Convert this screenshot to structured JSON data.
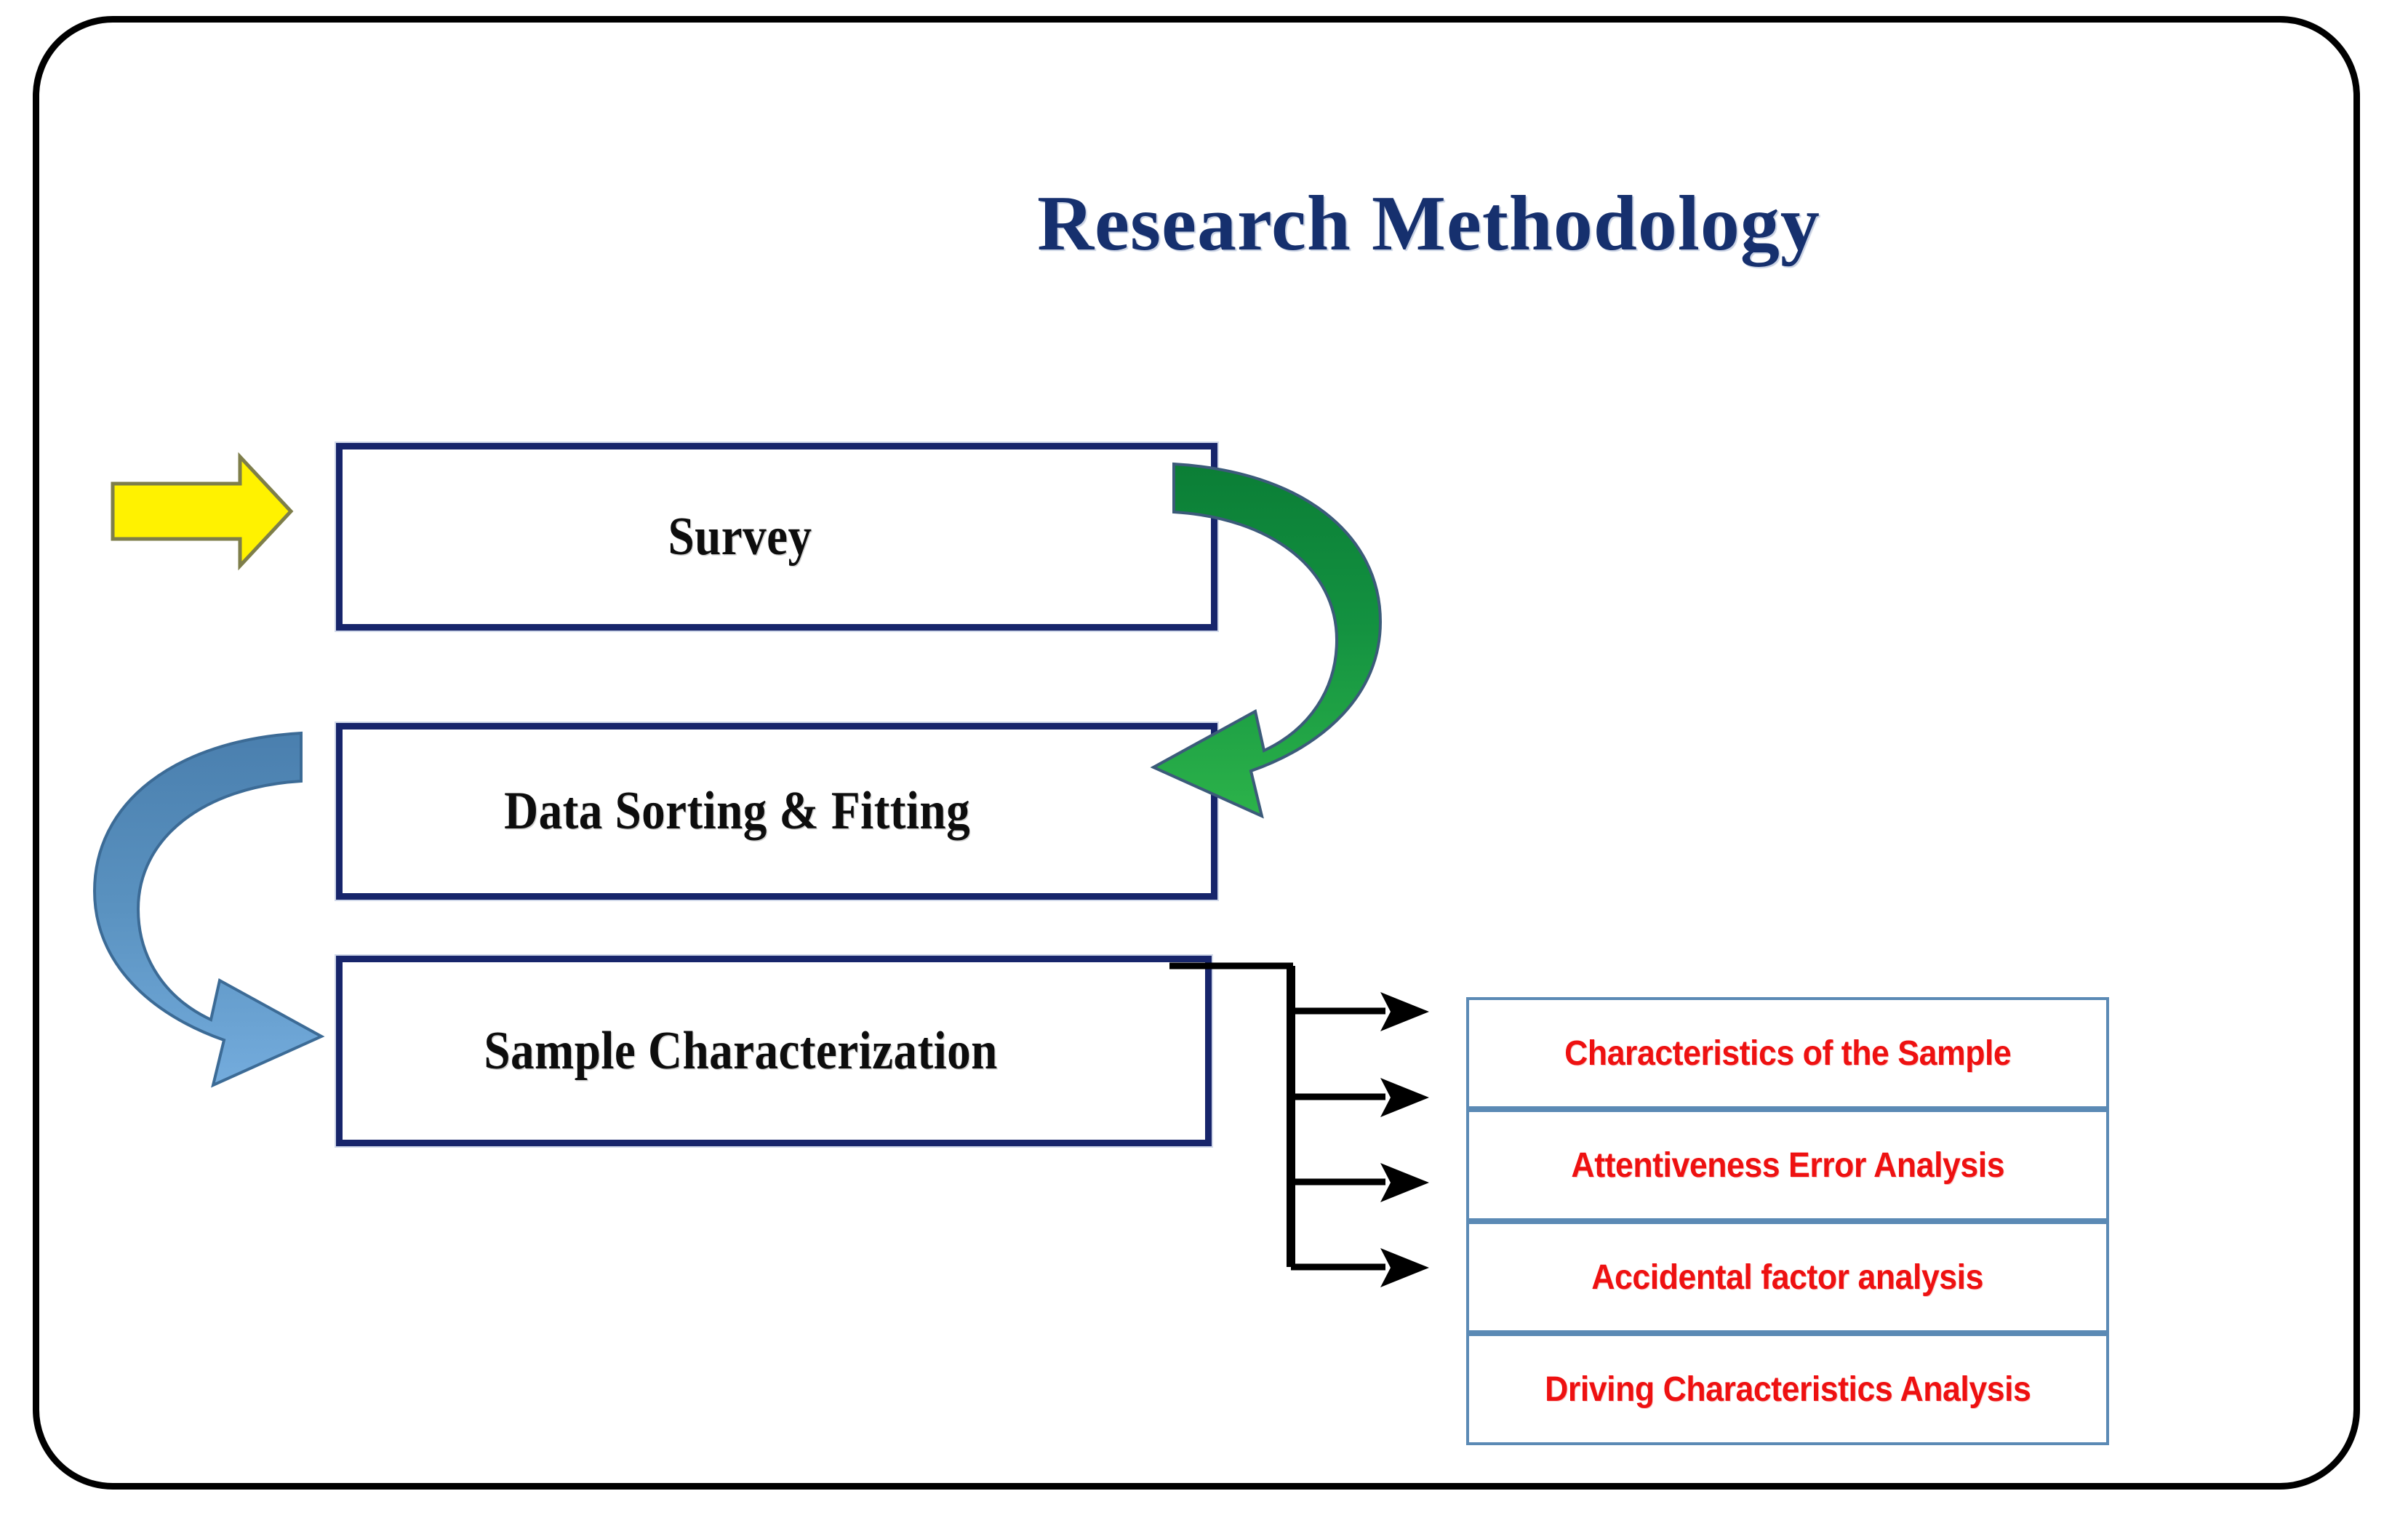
{
  "title": "Research Methodology",
  "colors": {
    "frame_border": "#000000",
    "title_text": "#16306E",
    "stage_border": "#17256B",
    "stage_text": "#0d0d0d",
    "start_arrow_fill": "#FFF200",
    "start_arrow_stroke": "#7E7E4A",
    "green_arrow_dark": "#0E8A3C",
    "green_arrow_light": "#2CB34A",
    "blue_arrow_dark": "#4A7FAE",
    "blue_arrow_light": "#6DA5D8",
    "subbox_border": "#5B8AB5",
    "subbox_text": "#EE1111",
    "connector_line": "#000000"
  },
  "stages": [
    {
      "id": "survey",
      "label": "Survey"
    },
    {
      "id": "sorting",
      "label": "Data Sorting & Fitting"
    },
    {
      "id": "sample",
      "label": "Sample Characterization"
    }
  ],
  "outputs": [
    {
      "label": "Characteristics of the Sample"
    },
    {
      "label": "Attentiveness Error Analysis"
    },
    {
      "label": "Accidental factor analysis"
    },
    {
      "label": "Driving Characteristics Analysis"
    }
  ],
  "icons": {
    "start": "yellow-right-arrow-icon",
    "survey_to_sorting": "green-curved-down-arrow-icon",
    "sorting_to_sample": "blue-curved-down-arrow-icon",
    "branch": "black-right-arrow-icon"
  }
}
